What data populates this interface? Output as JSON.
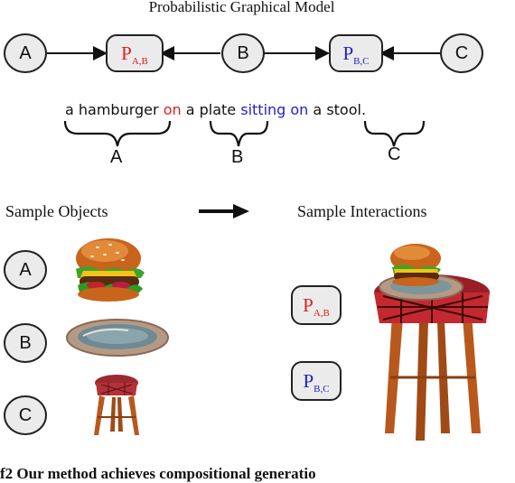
{
  "title": "Probabilistic Graphical Model",
  "graph": {
    "node_a": "A",
    "node_b": "B",
    "node_c": "C",
    "factor_ab": {
      "main": "P",
      "sub": "A,B"
    },
    "factor_bc": {
      "main": "P",
      "sub": "B,C"
    }
  },
  "sentence": {
    "w1": "a hamburger",
    "w2": "on",
    "w3": "a plate",
    "w4": "sitting on",
    "w5": "a stool."
  },
  "braces": {
    "a": "A",
    "b": "B",
    "c": "C"
  },
  "left_heading": "Sample Objects",
  "right_heading": "Sample Interactions",
  "objects": [
    {
      "label": "A",
      "image": "hamburger"
    },
    {
      "label": "B",
      "image": "plate"
    },
    {
      "label": "C",
      "image": "stool"
    }
  ],
  "interactions": [
    {
      "main": "P",
      "sub": "A,B"
    },
    {
      "main": "P",
      "sub": "B,C"
    }
  ],
  "colors": {
    "ab": "#e02020",
    "bc": "#1f1fd0"
  },
  "caption_fragment": "f2    Our method achieves compositional generatio"
}
